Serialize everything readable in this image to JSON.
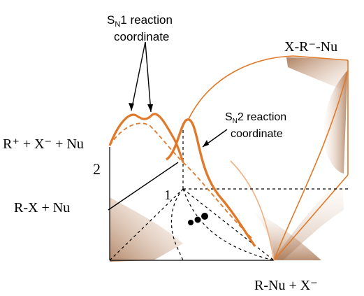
{
  "labels": {
    "sn1_title": "S",
    "sn1_sub": "N",
    "sn1_rest": "1 reaction",
    "sn1_line2": "coordinate",
    "sn2_title": "S",
    "sn2_sub": "N",
    "sn2_rest": "2 reaction",
    "sn2_line2": "coordinate",
    "corner_top_right": "X-R⁻-Nu",
    "left_top": "R⁺ + X⁻ + Nu",
    "left_mid": "R-X + Nu",
    "bottom_right": "R-Nu + X⁻",
    "point_2": "2",
    "point_1": "1"
  },
  "colors": {
    "orange": "#e07a2a",
    "orange_light": "#f0b080",
    "shade": "#c89a78",
    "ink": "#000000"
  }
}
